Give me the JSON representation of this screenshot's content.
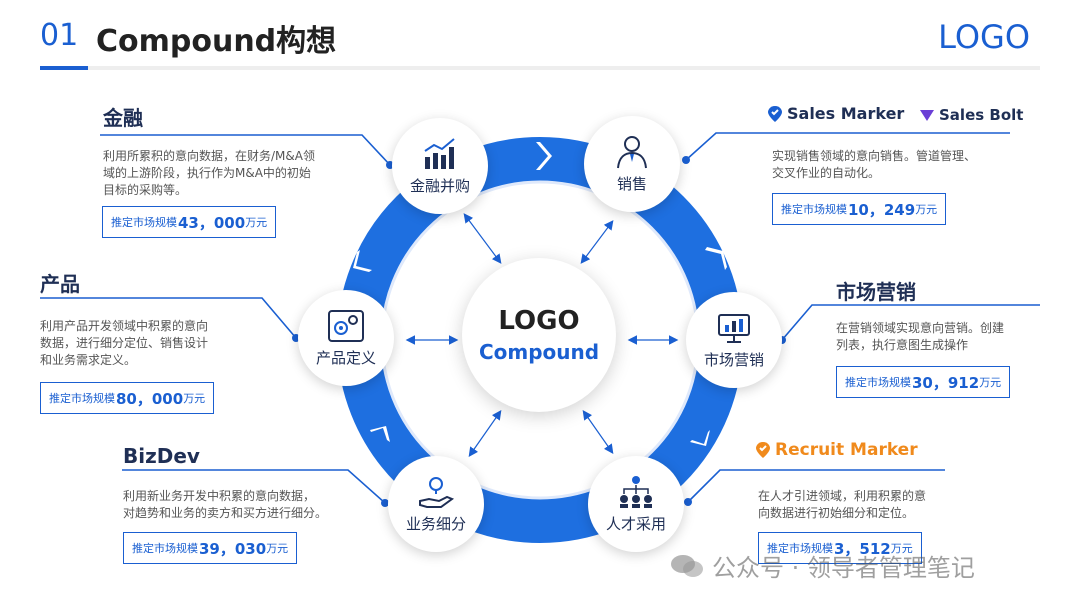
{
  "header": {
    "num": "01",
    "title": "Compound构想",
    "logo": "LOGO"
  },
  "center": {
    "logo": "LOGO",
    "subtitle": "Compound"
  },
  "nodes": {
    "finance": {
      "label": "金融并购",
      "icon": "chart-icon"
    },
    "sales": {
      "label": "销售",
      "icon": "person-icon"
    },
    "product": {
      "label": "产品定义",
      "icon": "gears-icon"
    },
    "marketing": {
      "label": "市场营销",
      "icon": "monitor-chart-icon"
    },
    "bizdev": {
      "label": "业务细分",
      "icon": "idea-hand-icon"
    },
    "talent": {
      "label": "人才采用",
      "icon": "org-icon"
    }
  },
  "sections": {
    "finance": {
      "title": "金融",
      "desc": [
        "利用所累积的意向数据，在财务/M&A领",
        "域的上游阶段，执行作为M&A中的初始",
        "目标的采购等。"
      ],
      "market_label": "推定市场规模",
      "market_value": "43，000",
      "market_unit": "万元"
    },
    "sales": {
      "desc": [
        "实现销售领域的意向销售。管道管理、",
        "交叉作业的自动化。"
      ],
      "market_label": "推定市场规模",
      "market_value": "10，249",
      "market_unit": "万元",
      "brand1": "Sales Marker",
      "brand2": "Sales Bolt"
    },
    "product": {
      "title": "产品",
      "desc": [
        "利用产品开发领域中积累的意向",
        "数据，进行细分定位、销售设计",
        "和业务需求定义。"
      ],
      "market_label": "推定市场规模",
      "market_value": "80，000",
      "market_unit": "万元"
    },
    "marketing": {
      "title": "市场营销",
      "desc": [
        "在营销领域实现意向营销。创建",
        "列表，执行意图生成操作"
      ],
      "market_label": "推定市场规模",
      "market_value": "30，912",
      "market_unit": "万元"
    },
    "bizdev": {
      "title": "BizDev",
      "desc": [
        "利用新业务开发中积累的意向数据，",
        "对趋势和业务的卖方和买方进行细分。"
      ],
      "market_label": "推定市场规模",
      "market_value": "39，030",
      "market_unit": "万元"
    },
    "talent": {
      "desc": [
        "在人才引进领域，利用积累的意",
        "向数据进行初始细分和定位。"
      ],
      "market_label": "推定市场规模",
      "market_value": "3，512",
      "market_unit": "万元",
      "brand": "Recruit Marker"
    }
  },
  "watermark": "公众号 · 领导者管理笔记",
  "colors": {
    "accent": "#1a5fd1",
    "ring": "#1e6fe0",
    "brand_orange": "#f08a1c",
    "brand_purple": "#6b3fd6",
    "dark": "#1f2f55"
  }
}
